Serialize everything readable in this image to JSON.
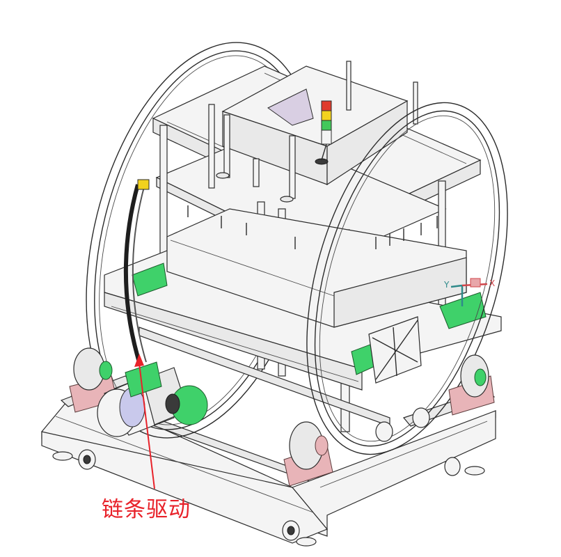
{
  "annotation": {
    "text": "链条驱动",
    "color": "#e8222a"
  },
  "axis_triad": {
    "y_label": "Y",
    "x_label": "X",
    "y_color": "#2f8a8a",
    "x_color": "#d0454a"
  },
  "colors": {
    "motor_green": "#3fd16a",
    "conveyor_green": "#3fd16a",
    "bearing_pink": "#e8b4b8",
    "tower_red": "#e03c2c",
    "tower_yellow": "#f2d21e",
    "tower_green": "#43c85a",
    "hopper_violet": "#d9cfe3"
  }
}
